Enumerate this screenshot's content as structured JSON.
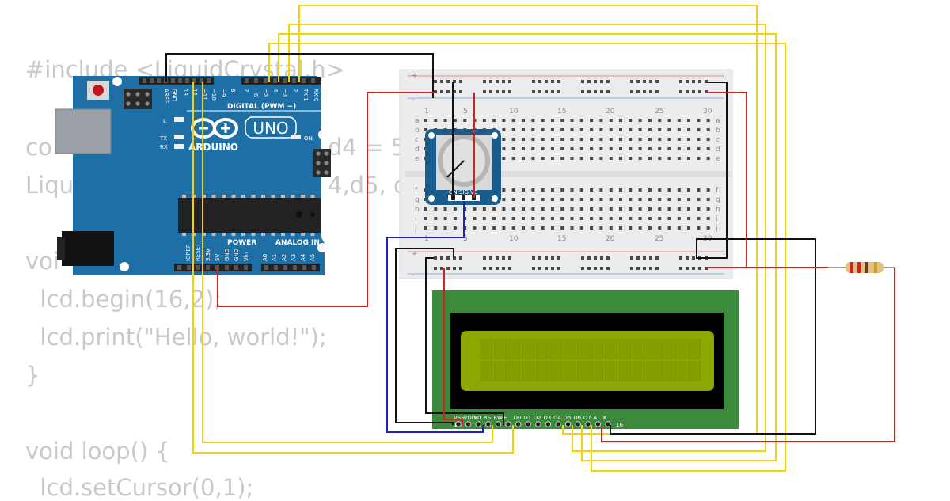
{
  "code_lines": [
    "#include <LiquidCrystal.h>",
    "co",
    "Liqu",
    "voi",
    "  lcd.begin(16,2);",
    "  lcd.print(\"Hello, world!\");",
    "}",
    "void loop() {",
    "  lcd.setCursor(0,1);"
  ],
  "code_fragments": {
    "d4": "d4 = 5",
    "d5": "4,d5, c"
  },
  "arduino": {
    "model_label": "UNO",
    "brand_label": "ARDUINO",
    "digital_label": "DIGITAL (PWM ~)",
    "power_label": "POWER",
    "analog_label": "ANALOG IN",
    "on_label": "ON",
    "l_label": "L",
    "tx_label": "TX",
    "rx_label": "RX",
    "top_pins": [
      "AREF",
      "GND",
      "13",
      "12",
      "~11",
      "~10",
      "~9",
      "8",
      "7",
      "~6",
      "~5",
      "4",
      "~3",
      "2",
      "TX 1",
      "RX 0"
    ],
    "bottom_pins": [
      "IOREF",
      "RESET",
      "3.3V",
      "5V",
      "GND",
      "GND",
      "Vin",
      "A0",
      "A1",
      "A2",
      "A3",
      "A4",
      "A5"
    ]
  },
  "breadboard": {
    "column_numbers": [
      "1",
      "5",
      "10",
      "15",
      "20",
      "25",
      "30"
    ],
    "row_letters_top": [
      "a",
      "b",
      "c",
      "d",
      "e"
    ],
    "row_letters_bottom": [
      "f",
      "g",
      "h",
      "i",
      "j"
    ],
    "rail_plus": "+",
    "rail_minus": "-"
  },
  "potentiometer": {
    "pin_labels": [
      "GN",
      "SIG",
      "VC"
    ]
  },
  "lcd": {
    "pin_labels": [
      "VSS",
      "VDD",
      "V0",
      "RS",
      "RW",
      "E",
      "D0",
      "D1",
      "D2",
      "D3",
      "D4",
      "D5",
      "D6",
      "D7",
      "A",
      "K"
    ],
    "pin_count_start": "1",
    "pin_count_end": "16"
  },
  "colors": {
    "wire_yellow": "#f5d300",
    "wire_red": "#d42020",
    "wire_black": "#111111",
    "wire_blue": "#1a22c8",
    "arduino_board": "#1e6fa6",
    "lcd_board": "#3c8a3c",
    "lcd_screen": "#8ea600",
    "pot_board": "#1a5c8c",
    "breadboard": "#ececec"
  }
}
